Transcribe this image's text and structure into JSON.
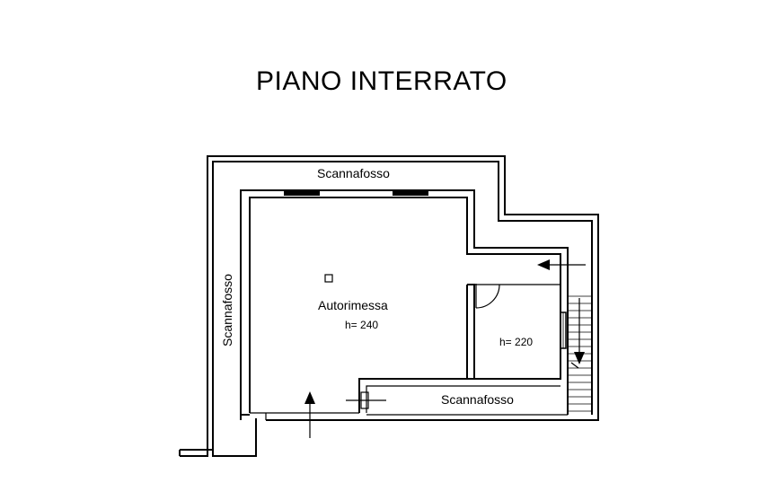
{
  "title": "PIANO INTERRATO",
  "labels": {
    "scannafosso_top": "Scannafosso",
    "scannafosso_left": "Scannafosso",
    "scannafosso_bottom": "Scannafosso",
    "garage_name": "Autorimessa",
    "garage_height": "h= 240",
    "room_height": "h= 220"
  }
}
